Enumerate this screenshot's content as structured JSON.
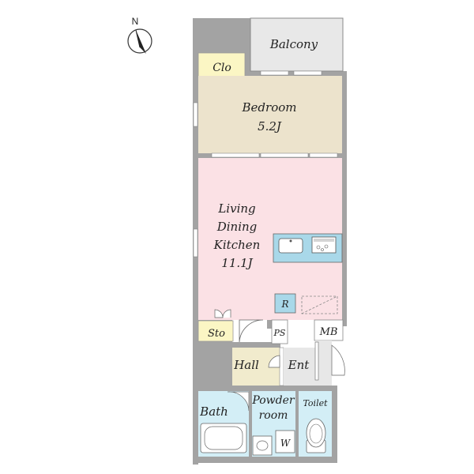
{
  "compass": {
    "label": "N"
  },
  "rooms": {
    "balcony": "Balcony",
    "closet": "Clo",
    "bedroom": {
      "name": "Bedroom",
      "size": "5.2J"
    },
    "ldk": {
      "line1": "Living",
      "line2": "Dining",
      "line3": "Kitchen",
      "size": "11.1J"
    },
    "refrigerator": "R",
    "storage": "Sto",
    "pipe_space": "PS",
    "meter_box": "MB",
    "hall": "Hall",
    "entrance": "Ent",
    "bath": "Bath",
    "powder_room": {
      "line1": "Powder",
      "line2": "room"
    },
    "washer": "W",
    "toilet": "Toilet"
  },
  "colors": {
    "wall": "#a3a3a3",
    "balcony": "#e8e8e8",
    "closet": "#fbf6c4",
    "bedroom": "#ece3cc",
    "ldk": "#fbe1e5",
    "wet_area": "#d3eef6",
    "hall": "#f1ebcd",
    "entrance": "#e7e7e7",
    "counter": "#a9d8e9"
  }
}
